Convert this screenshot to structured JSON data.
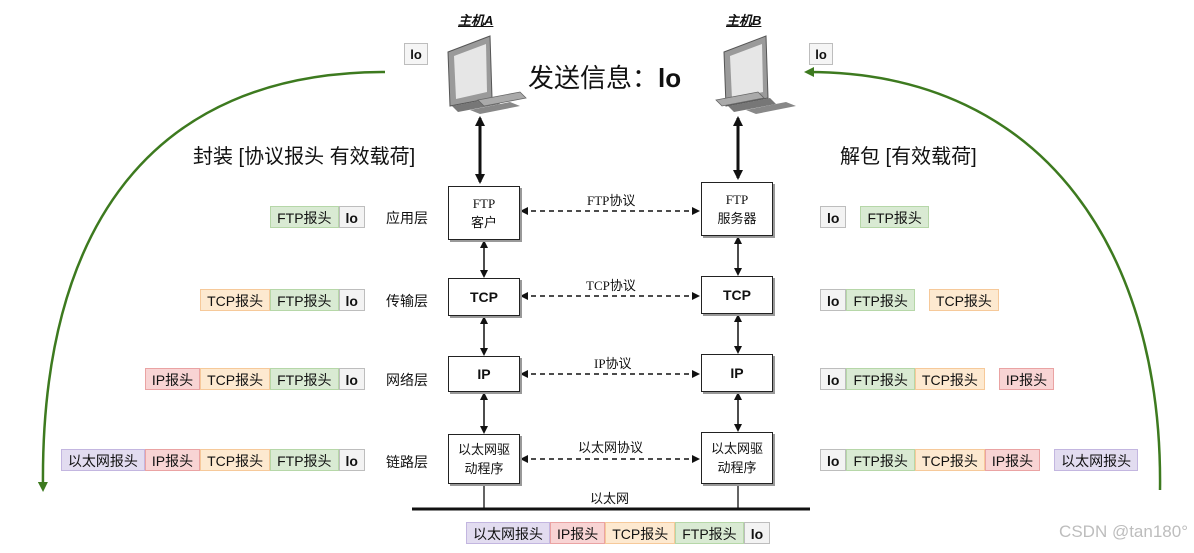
{
  "hosts": {
    "a_label": "主机A",
    "b_label": "主机B"
  },
  "title": {
    "prefix": "发送信息：",
    "data": "lo"
  },
  "left": {
    "caption": "封装 [协议报头 有效载荷]",
    "top_box": "lo"
  },
  "right": {
    "caption": "解包 [有效载荷]",
    "top_box": "lo"
  },
  "layers": {
    "app": "应用层",
    "transport": "传输层",
    "network": "网络层",
    "link": "链路层"
  },
  "client_boxes": {
    "app_line1": "FTP",
    "app_line2": "客户",
    "transport": "TCP",
    "network": "IP",
    "link_line1": "以太网驱",
    "link_line2": "动程序"
  },
  "server_boxes": {
    "app_line1": "FTP",
    "app_line2": "服务器",
    "transport": "TCP",
    "network": "IP",
    "link_line1": "以太网驱",
    "link_line2": "动程序"
  },
  "protocols": {
    "app": "FTP协议",
    "transport": "TCP协议",
    "network": "IP协议",
    "link": "以太网协议",
    "medium": "以太网"
  },
  "headers": {
    "ftp": "FTP报头",
    "tcp": "TCP报头",
    "ip": "IP报头",
    "eth": "以太网报头",
    "data": "lo"
  },
  "watermark": "CSDN @tan180°",
  "colors": {
    "arrow_green": "#3d7a1f",
    "ftp_header": "#d9ead3",
    "tcp_header": "#fde9d0",
    "ip_header": "#f8d4d4",
    "eth_header": "#e2dcf0"
  }
}
